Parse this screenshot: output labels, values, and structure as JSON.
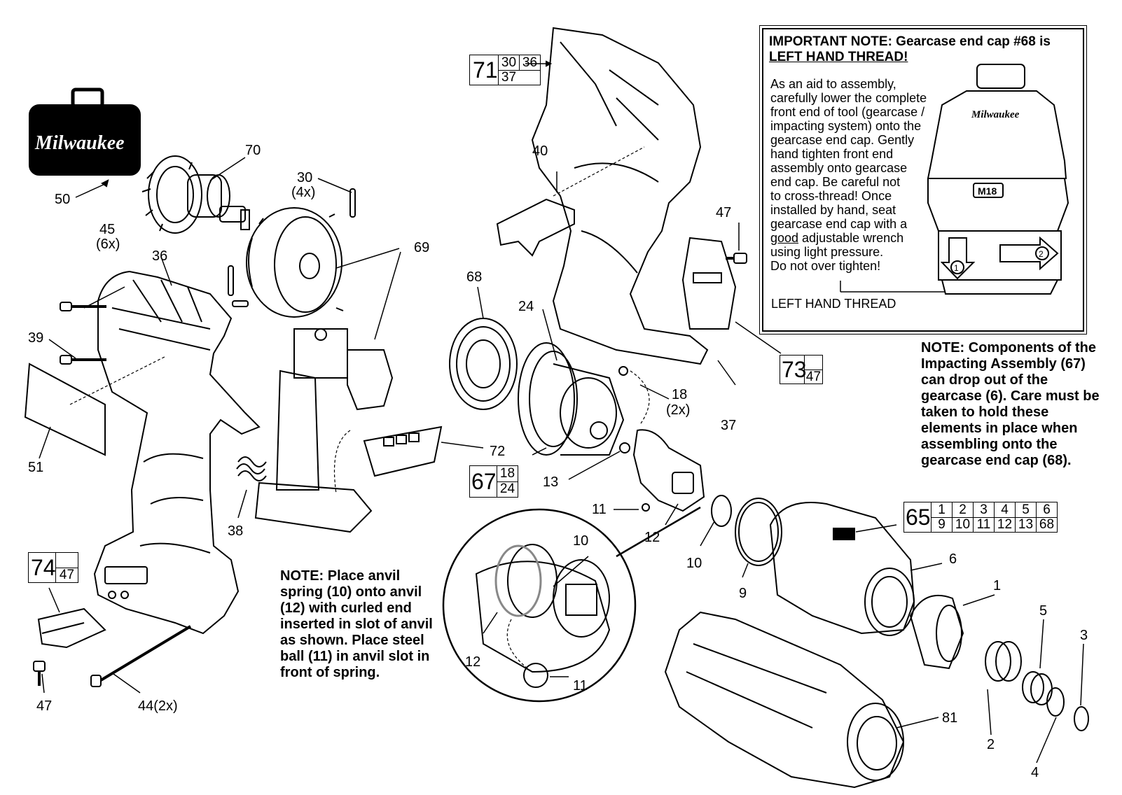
{
  "brand": {
    "logo_text": "Milwaukee",
    "housing_logo": "Milwaukee",
    "badge": "M18"
  },
  "labels": {
    "p50": "50",
    "p70": "70",
    "p30": "30",
    "p30q": "(4x)",
    "p45": "45",
    "p45q": "(6x)",
    "p36": "36",
    "p69": "69",
    "p39": "39",
    "p51": "51",
    "p38": "38",
    "p40": "40",
    "p47a": "47",
    "p68": "68",
    "p24": "24",
    "p18": "18",
    "p18q": "(2x)",
    "p37": "37",
    "p72": "72",
    "p13": "13",
    "p11a": "11",
    "p12a": "12",
    "p10a": "10",
    "p9": "9",
    "p6": "6",
    "p1": "1",
    "p5": "5",
    "p3": "3",
    "p2": "2",
    "p4": "4",
    "p81": "81",
    "p10b": "10",
    "p12b": "12",
    "p11b": "11",
    "p47b": "47",
    "p44": "44(2x)"
  },
  "important_note": {
    "title_line1": "IMPORTANT NOTE: Gearcase end cap #68 is",
    "title_line2": "LEFT HAND THREAD!",
    "body_lines": [
      "As an aid to assembly,",
      "carefully lower the complete",
      "front end of tool (gearcase /",
      "impacting system) onto the",
      "gearcase end cap. Gently",
      "hand tighten front end",
      "assembly onto gearcase",
      "end cap. Be careful not",
      "to cross-thread! Once",
      "installed by hand, seat",
      "gearcase end cap with a"
    ],
    "good_word": "good",
    "body_after_good": " adjustable wrench",
    "body_tail": [
      "using light pressure.",
      "Do not over tighten!"
    ],
    "left_hand_thread": "LEFT HAND THREAD",
    "arrow1": "1",
    "arrow2": "2"
  },
  "note_components": {
    "lead": "NOTE:",
    "text": " Components of the Impacting Assembly (67) can drop out of the gearcase (6). Care must be taken to hold these elements in place when assembling onto the gearcase end cap (68)."
  },
  "note_anvil": {
    "lead": "NOTE:",
    "text": " Place anvil spring (10) onto anvil (12) with curled end inserted in slot of anvil as shown. Place steel ball (11) in anvil slot in front of spring."
  },
  "ref_boxes": {
    "r71": {
      "main": "71",
      "top": [
        "30",
        "36"
      ],
      "bottom": [
        "37",
        ""
      ]
    },
    "r73": {
      "main": "73",
      "sub": "47"
    },
    "r67": {
      "main": "67",
      "top": "18",
      "bottom": "24"
    },
    "r74": {
      "main": "74",
      "sub": "47"
    },
    "r65": {
      "main": "65",
      "top": [
        "1",
        "2",
        "3",
        "4",
        "5",
        "6"
      ],
      "bottom": [
        "9",
        "10",
        "11",
        "12",
        "13",
        "68"
      ]
    }
  },
  "icons": [
    "tool-case-icon",
    "power-drill-housing",
    "trigger-switch",
    "motor",
    "gearcase",
    "anvil"
  ]
}
